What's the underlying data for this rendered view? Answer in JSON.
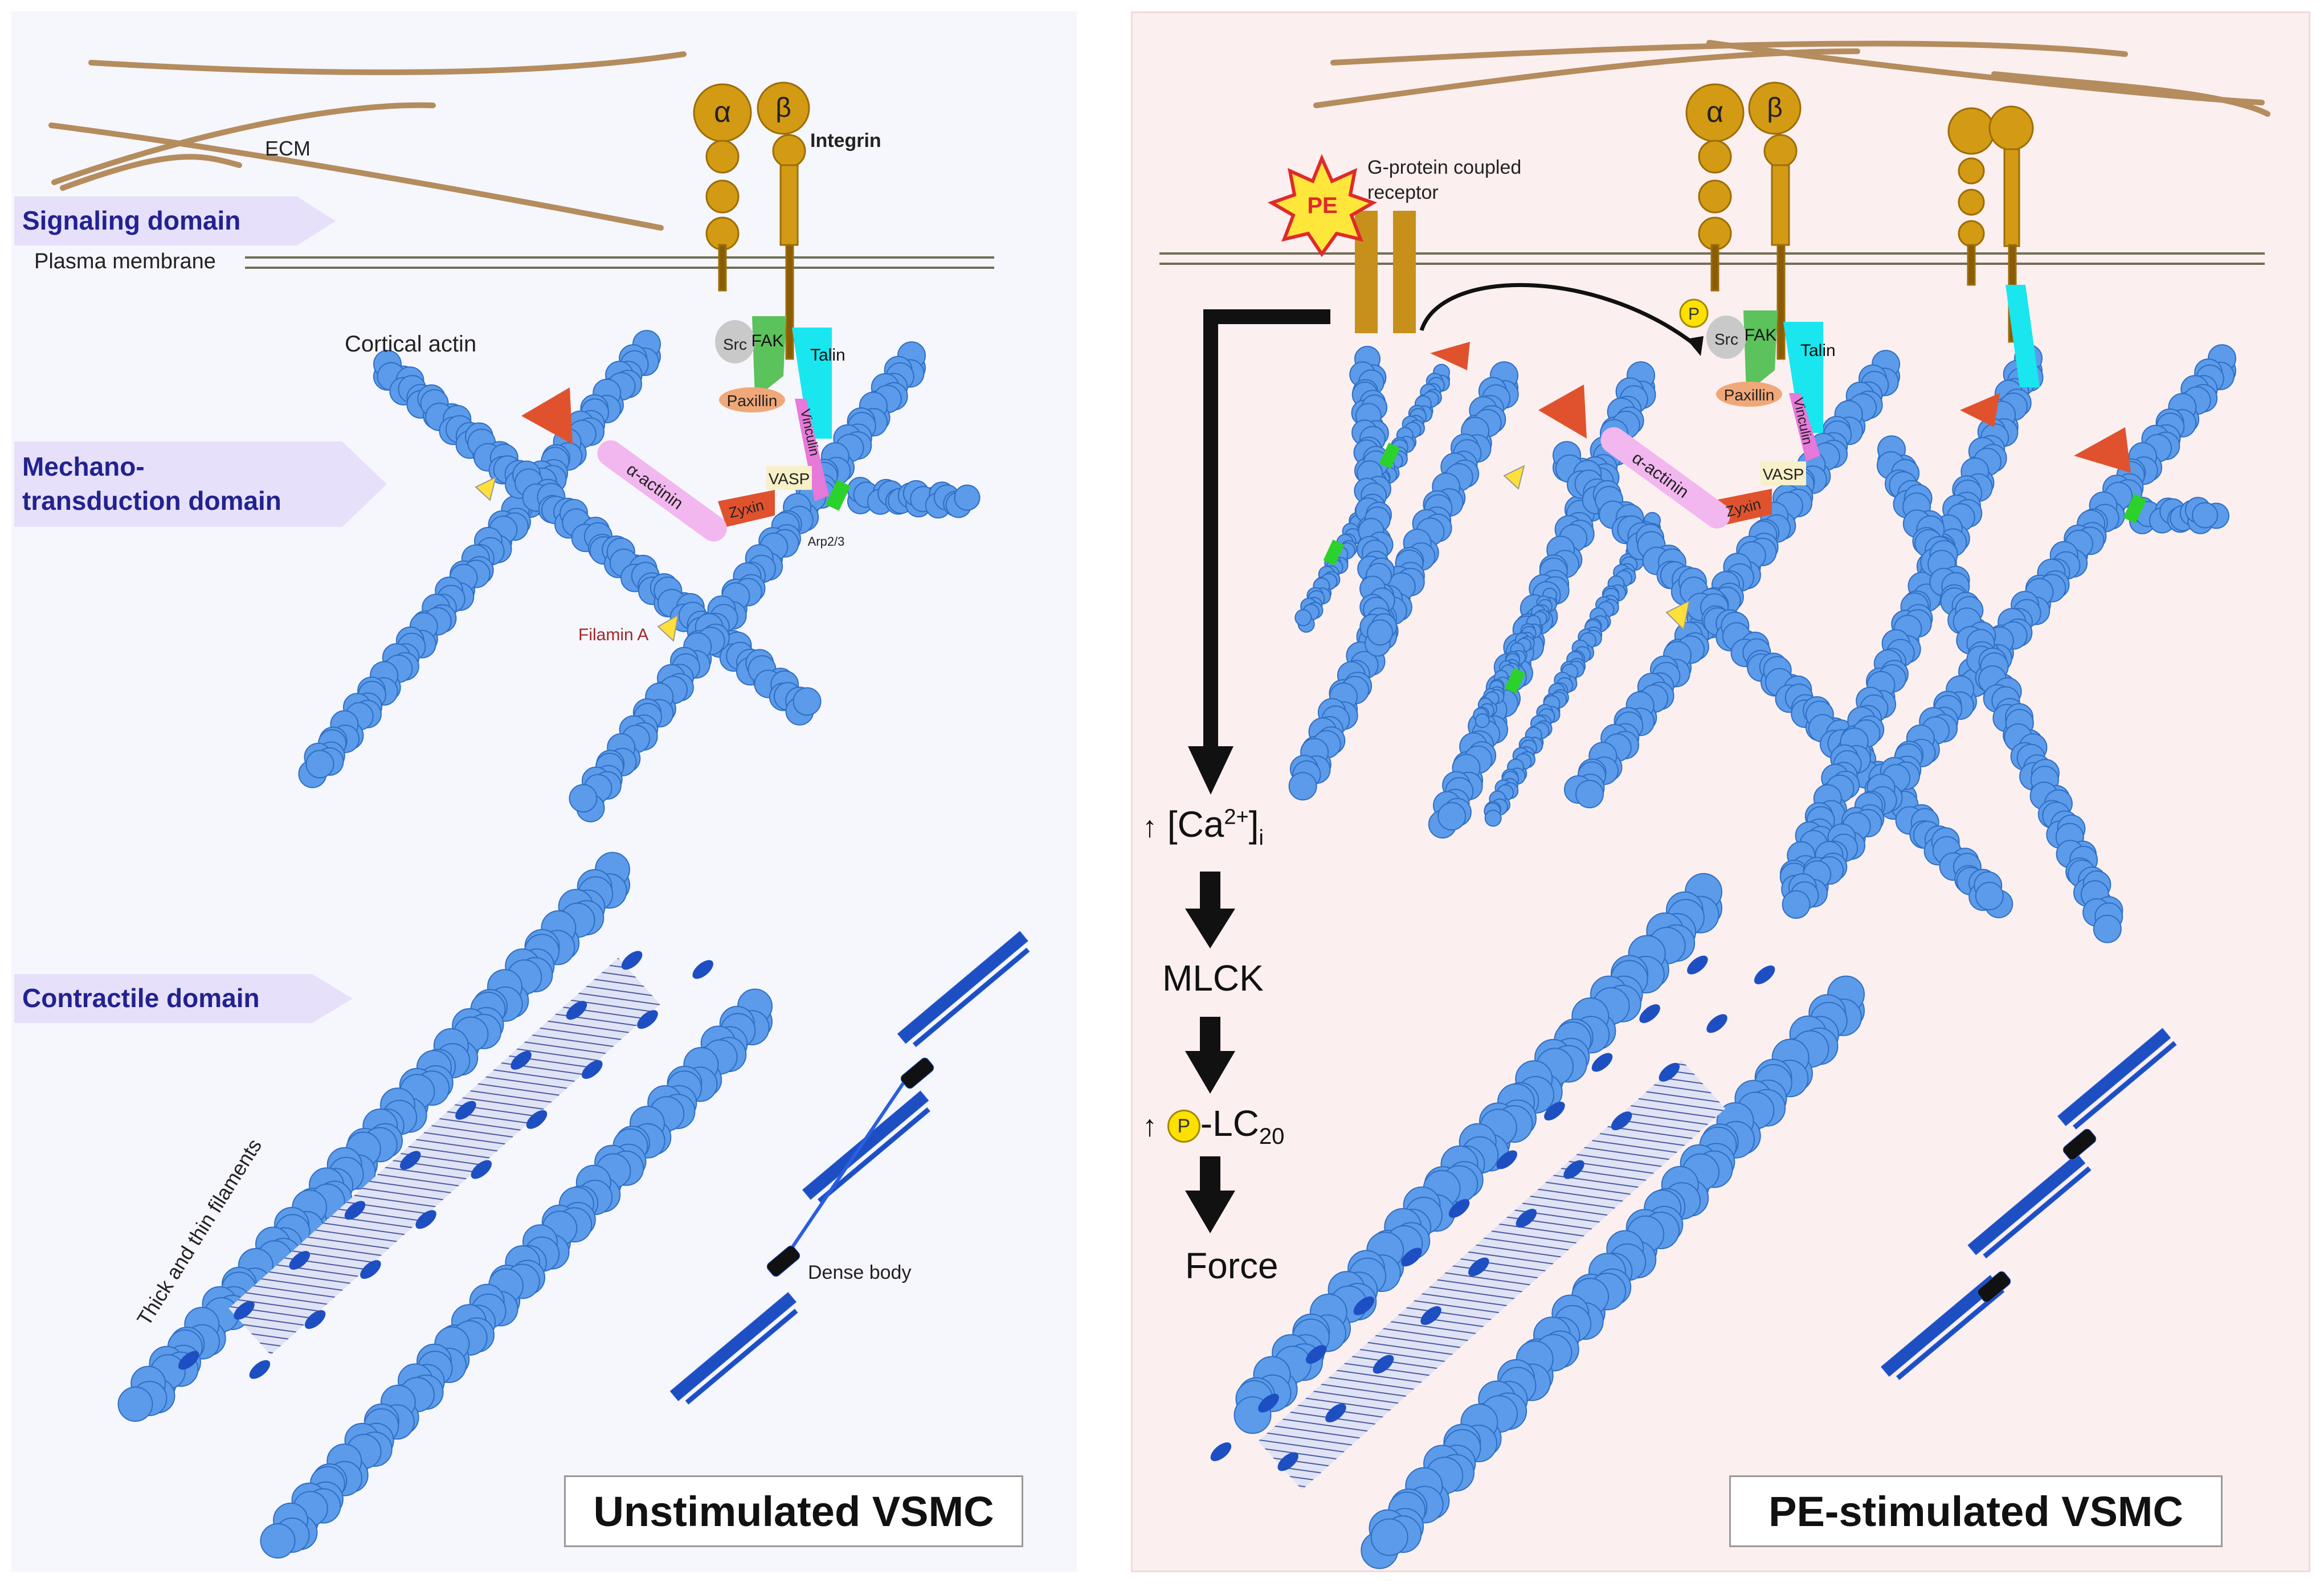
{
  "panels": {
    "left_title": "Unstimulated VSMC",
    "right_title": "PE-stimulated VSMC"
  },
  "domains": {
    "signaling": "Signaling domain",
    "mechano": "Mechano-transduction domain",
    "contractile": "Contractile domain"
  },
  "labels": {
    "ecm": "ECM",
    "plasma_membrane": "Plasma membrane",
    "integrin": "Integrin",
    "cortical_actin": "Cortical actin",
    "filamin_a": "Filamin A",
    "thick_thin": "Thick and thin filaments",
    "dense_body": "Dense body",
    "gpcr": "G-protein coupled receptor",
    "pe": "PE",
    "alpha": "α",
    "beta": "β",
    "src": "Src",
    "fak": "FAK",
    "talin": "Talin",
    "paxillin": "Paxillin",
    "vinculin": "Vinculin",
    "alpha_actinin": "α-actinin",
    "zyxin": "Zyxin",
    "vasp": "VASP",
    "arp": "Arp2/3",
    "p": "P"
  },
  "pathway": {
    "ca": "[Ca",
    "ca_sup": "2+",
    "ca_close": "]",
    "ca_sub": "i",
    "mlck": "MLCK",
    "lc": "-LC",
    "lc_sub": "20",
    "force": "Force",
    "up_arrow": "↑"
  },
  "colors": {
    "actin": "#5b9bea",
    "actin_edge": "#2f6fc4",
    "integrin": "#d39a14",
    "dense_body": "#1d4fc2",
    "left_bg": "#f6f6fd",
    "right_bg": "#fcefef",
    "domain_tag": "#e6e0fb",
    "domain_text": "#22228f"
  }
}
